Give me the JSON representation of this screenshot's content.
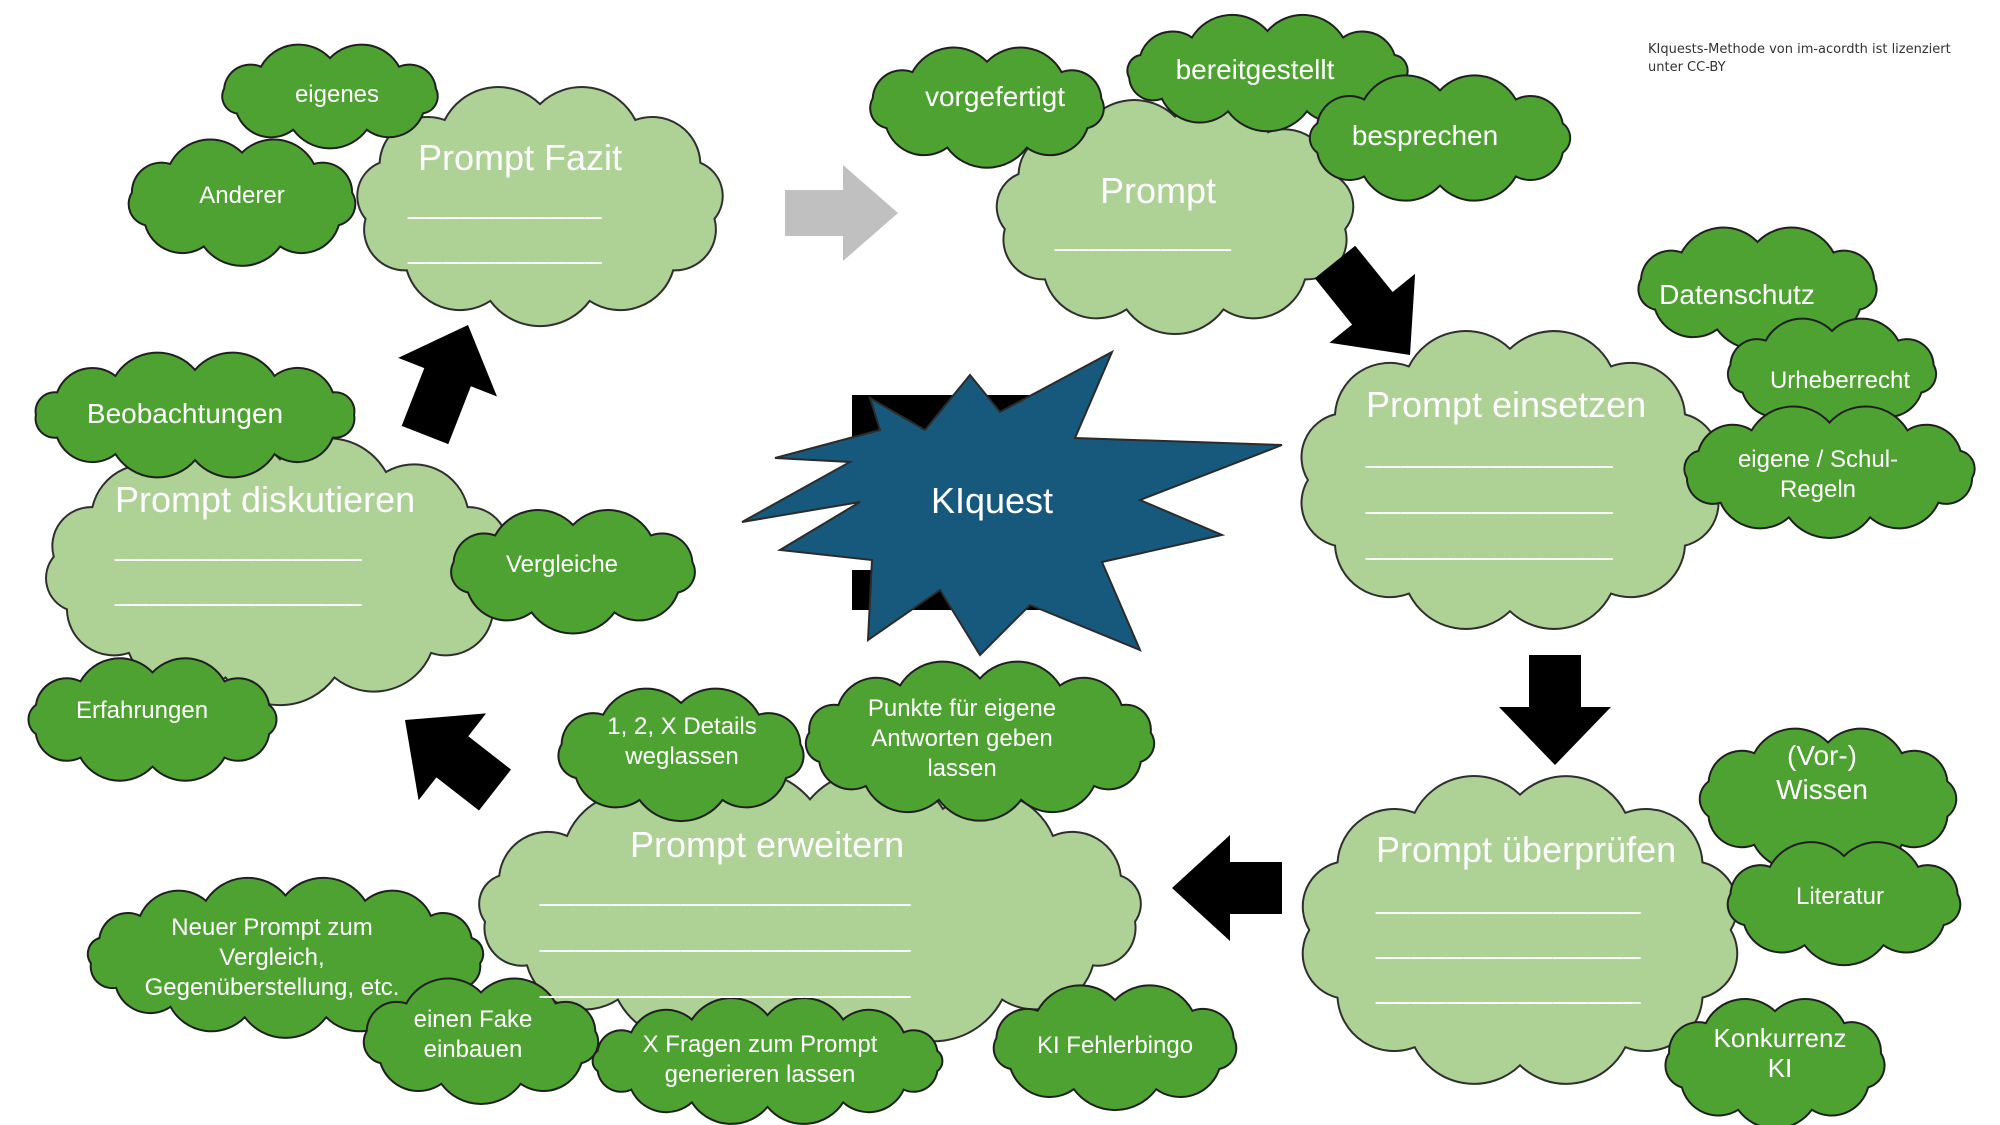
{
  "credit": {
    "line1": "KIquests-Methode von im-acordth ist lizenziert",
    "line2": "unter CC-BY"
  },
  "center": {
    "label": "KIquest",
    "color": "#17597d"
  },
  "colors": {
    "big_cloud": "#aed196",
    "small_cloud": "#4ea231",
    "arrow_black": "#000000",
    "arrow_grey": "#c0c0c0"
  },
  "stages": {
    "fazit": {
      "title": "Prompt Fazit",
      "lines": [
        "___________",
        "___________"
      ]
    },
    "prompt": {
      "title": "Prompt",
      "lines": [
        "__________"
      ]
    },
    "einsetzen": {
      "title": "Prompt einsetzen",
      "lines": [
        "______________",
        "______________",
        "______________"
      ]
    },
    "ueberpruefen": {
      "title": "Prompt überprüfen",
      "lines": [
        "_______________",
        "_______________",
        "_______________"
      ]
    },
    "erweitern": {
      "title": "Prompt erweitern",
      "lines": [
        "_____________________",
        "_____________________",
        "_____________________"
      ]
    },
    "diskutieren": {
      "title": "Prompt diskutieren",
      "lines": [
        "______________",
        "______________"
      ]
    }
  },
  "tags": {
    "eigenes": "eigenes",
    "anderer": "Anderer",
    "vorgefertigt": "vorgefertigt",
    "bereitgestellt": "bereitgestellt",
    "besprechen": "besprechen",
    "datenschutz": "Datenschutz",
    "urheberrecht": "Urheberrecht",
    "schulregeln": [
      "eigene / Schul-",
      "Regeln"
    ],
    "wissen": [
      "(Vor-)",
      "Wissen"
    ],
    "literatur": "Literatur",
    "konkurrenz": [
      "Konkurrenz",
      "KI"
    ],
    "details": [
      "1, 2, X Details",
      "weglassen"
    ],
    "punkte": [
      "Punkte für eigene",
      "Antworten geben",
      "lassen"
    ],
    "neuer_prompt": [
      "Neuer Prompt zum",
      "Vergleich,",
      "Gegenüberstellung, etc."
    ],
    "fake": [
      "einen Fake",
      "einbauen"
    ],
    "x_fragen": [
      "X Fragen zum Prompt",
      "generieren lassen"
    ],
    "fehlerbingo": "KI Fehlerbingo",
    "beobachtungen": "Beobachtungen",
    "vergleiche": "Vergleiche",
    "erfahrungen": "Erfahrungen"
  }
}
